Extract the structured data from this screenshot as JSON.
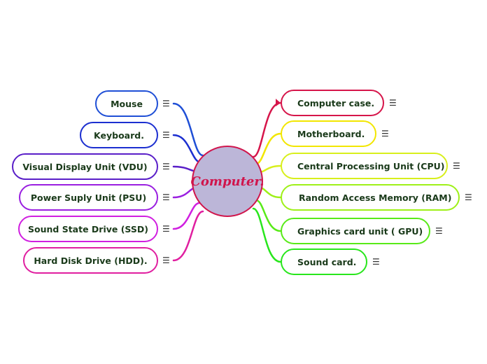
{
  "center": {
    "label": "Computer."
  },
  "menu_icon": "☰",
  "left_nodes": [
    {
      "label": "Mouse",
      "color": "#1f4fd6"
    },
    {
      "label": "Keyboard.",
      "color": "#1c2fd0"
    },
    {
      "label": "Visual Display Unit (VDU)",
      "color": "#5a1fc8"
    },
    {
      "label": "Power Suply Unit (PSU)",
      "color": "#9a1fe0"
    },
    {
      "label": "Sound State Drive (SSD)",
      "color": "#d01fe0"
    },
    {
      "label": "Hard Disk Drive (HDD).",
      "color": "#e01fa0"
    }
  ],
  "right_nodes": [
    {
      "label": "Computer case.",
      "color": "#d6154a"
    },
    {
      "label": "Motherboard.",
      "color": "#f2e600"
    },
    {
      "label": "Central Processing Unit (CPU)",
      "color": "#d8ef1c"
    },
    {
      "label": "Random Access Memory (RAM)",
      "color": "#9ef018"
    },
    {
      "label": "Graphics card unit ( GPU)",
      "color": "#58ea18"
    },
    {
      "label": "Sound card.",
      "color": "#28e61c"
    }
  ]
}
